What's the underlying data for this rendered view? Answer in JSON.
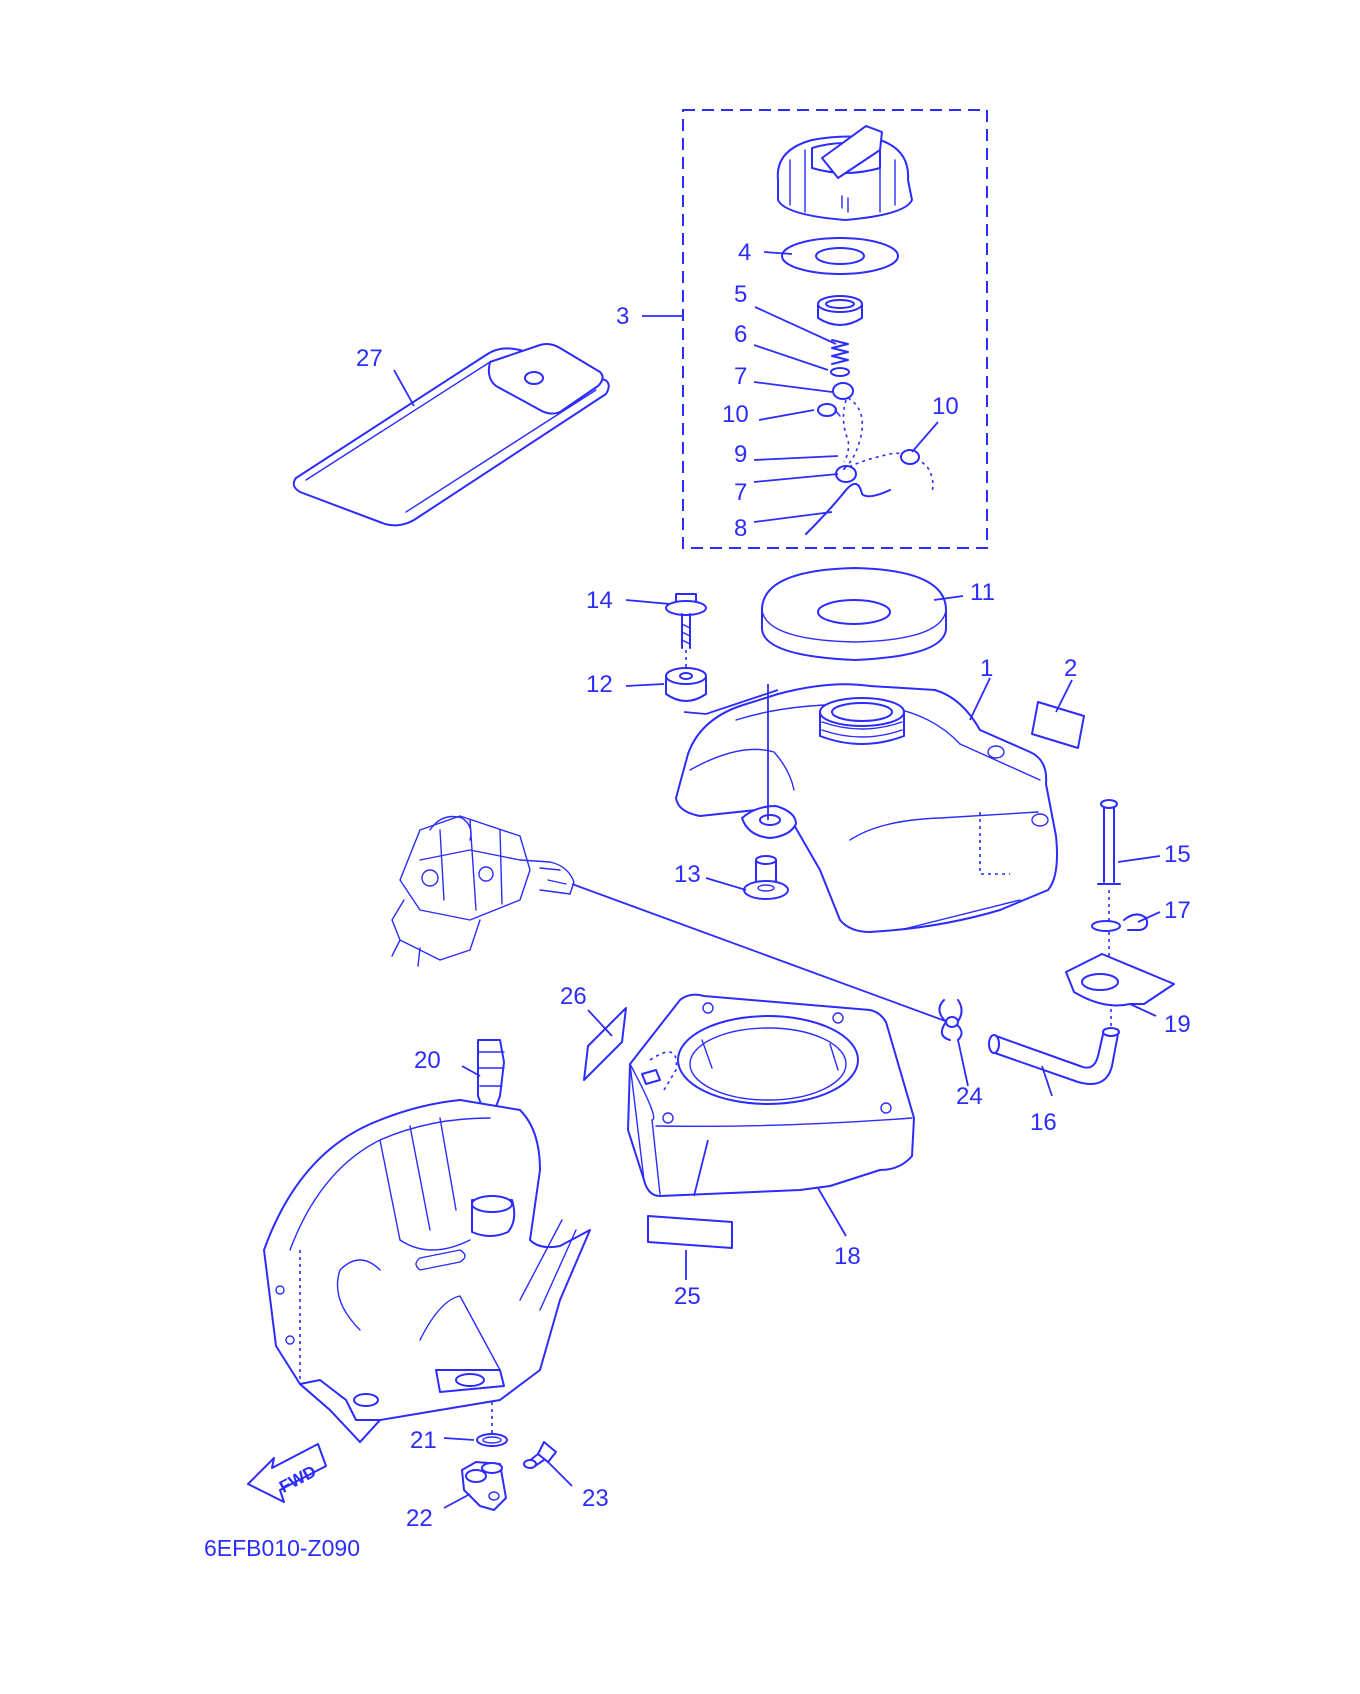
{
  "diagram": {
    "drawing_code": "6EFB010-Z090",
    "direction_arrow_label": "FWD",
    "line_color": "#2c2cff",
    "background_color": "#ffffff",
    "callouts": {
      "c1": "1",
      "c2": "2",
      "c3": "3",
      "c4": "4",
      "c5": "5",
      "c6": "6",
      "c7a": "7",
      "c7b": "7",
      "c8": "8",
      "c9": "9",
      "c10a": "10",
      "c10b": "10",
      "c11": "11",
      "c12": "12",
      "c13": "13",
      "c14": "14",
      "c15": "15",
      "c16": "16",
      "c17": "17",
      "c18": "18",
      "c19": "19",
      "c20": "20",
      "c21": "21",
      "c22": "22",
      "c23": "23",
      "c24": "24",
      "c25": "25",
      "c26": "26",
      "c27": "27"
    }
  }
}
